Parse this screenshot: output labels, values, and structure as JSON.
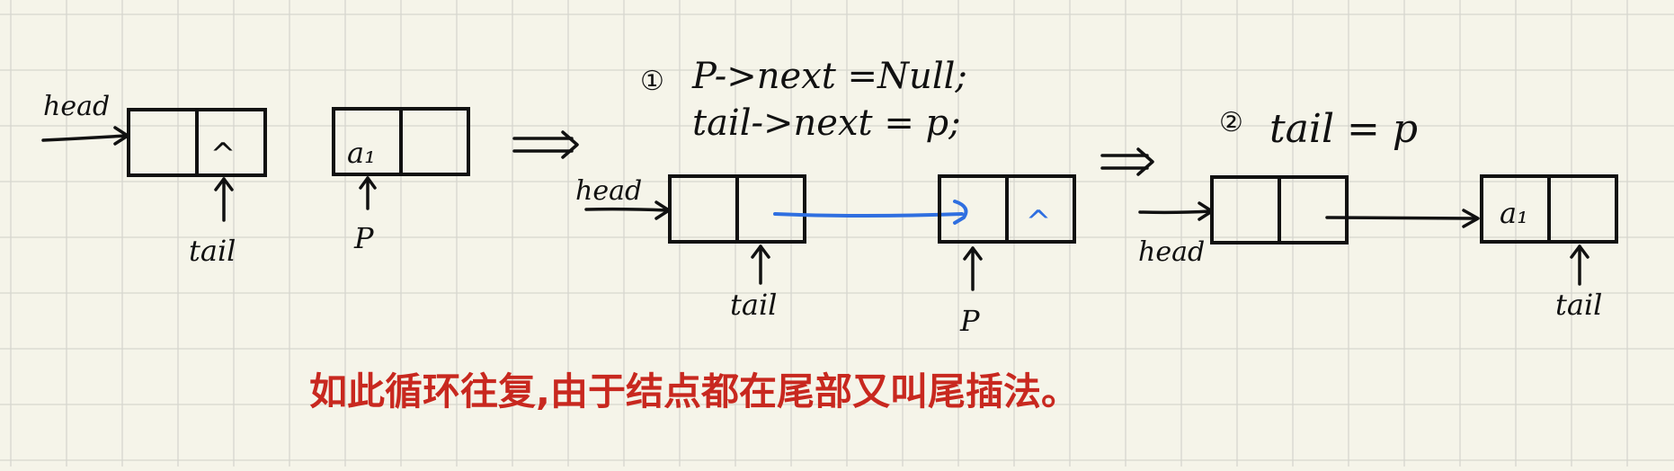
{
  "colors": {
    "background": "#f5f4e9",
    "grid": "#d6d6cf",
    "ink": "#111111",
    "blue_link": "#2f6fe0",
    "red_note": "#c8281f"
  },
  "labels": {
    "head": "head",
    "tail": "tail",
    "p": "P",
    "a1": "a₁",
    "null_symbol": "^",
    "step1_num": "①",
    "step1_line1": "P->next =Null;",
    "step1_line2": "tail->next = p;",
    "step2_num": "②",
    "step2_text": "tail = p"
  },
  "note": "如此循环往复,由于结点都在尾部又叫尾插法。"
}
